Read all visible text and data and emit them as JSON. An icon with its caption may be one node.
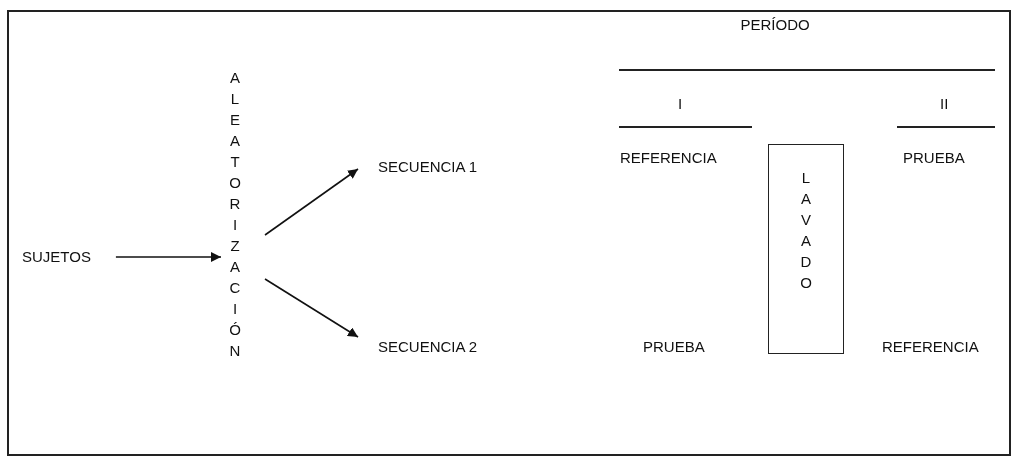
{
  "diagram": {
    "nodes": [
      {
        "text": [
          "SUJETOS"
        ]
      },
      {
        "text": [
          "ALEATORIZACIÓN"
        ]
      },
      {
        "text": [
          "SECUENCIA 1"
        ]
      },
      {
        "text": [
          "SECUENCIA 2"
        ]
      },
      {
        "text": [
          "LAVADO"
        ]
      }
    ],
    "edges": [
      {
        "from": 0,
        "to": 1,
        "arrow": "to"
      },
      {
        "from": 1,
        "to": 2,
        "arrow": "to"
      },
      {
        "from": 1,
        "to": 3,
        "arrow": "to"
      }
    ],
    "labels": [
      "PERÍODO",
      "I",
      "II",
      "REFERENCIA",
      "PRUEBA",
      "PRUEBA",
      "REFERENCIA"
    ]
  }
}
